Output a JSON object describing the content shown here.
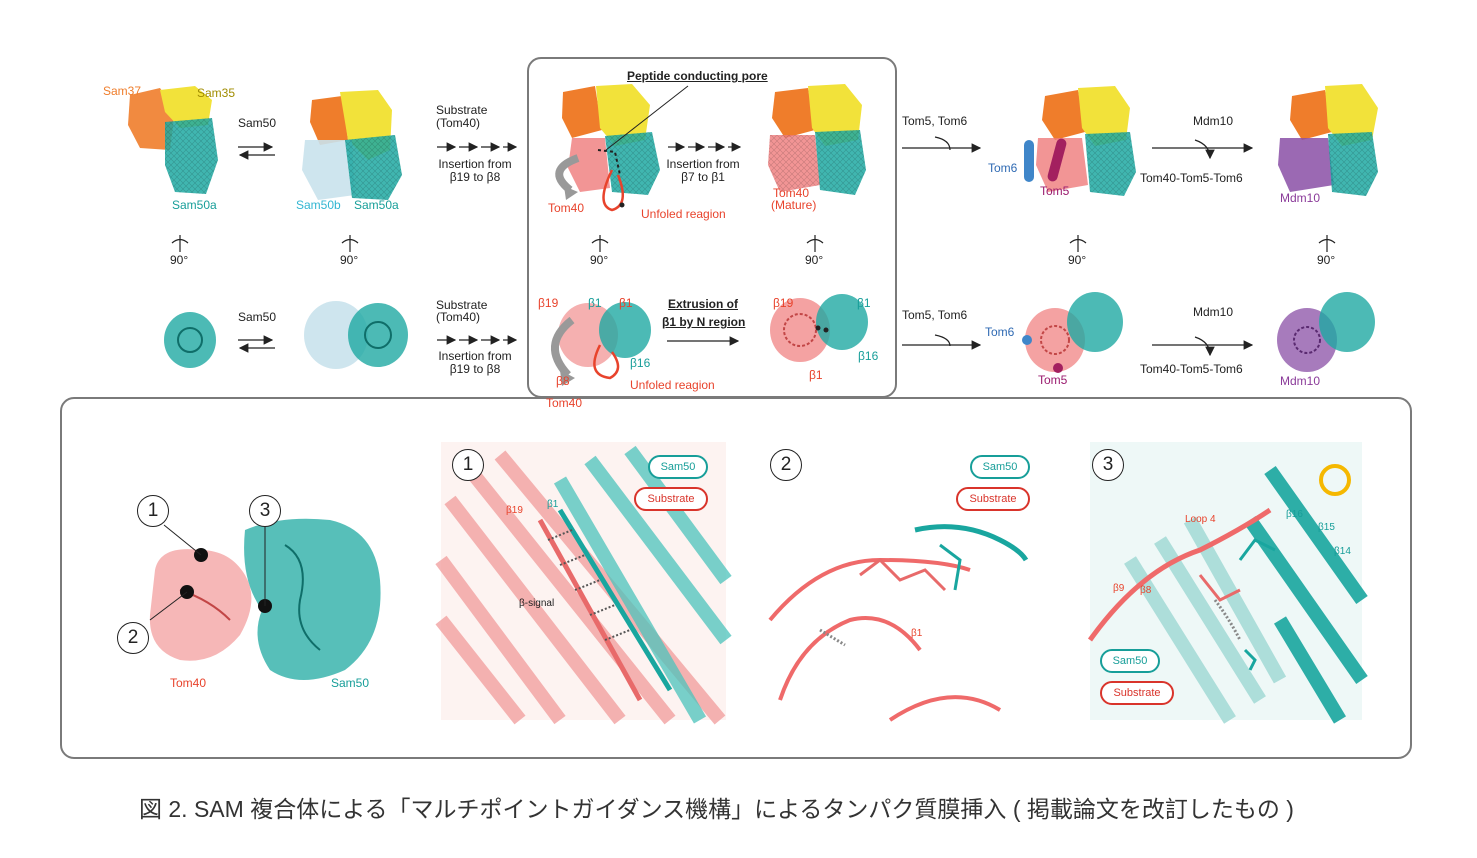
{
  "top_row": {
    "sam37": "Sam37",
    "sam35": "Sam35",
    "sam50_arrow": "Sam50",
    "sam50a_1": "Sam50a",
    "sam50b": "Sam50b",
    "sam50a_2": "Sam50a",
    "substrate": "Substrate",
    "tom40_paren": "(Tom40)",
    "insertion_from": "Insertion from",
    "beta_range_1": "β19 to β8",
    "peptide_pore": "Peptide conducting pore",
    "tom40_1": "Tom40",
    "unfolded_1": "Unfoled reagion",
    "insertion_from_2": "Insertion from",
    "beta_range_2": "β7 to β1",
    "tom40_mature": "Tom40",
    "mature": "(Mature)",
    "tom5_tom6": "Tom5, Tom6",
    "tom6": "Tom6",
    "tom5": "Tom5",
    "mdm10_arrow": "Mdm10",
    "tom40_tom5_tom6": "Tom40-Tom5-Tom6",
    "mdm10": "Mdm10",
    "rotation": "90°"
  },
  "bottom_row": {
    "sam50_arrow": "Sam50",
    "substrate": "Substrate",
    "tom40_paren": "(Tom40)",
    "insertion_from": "Insertion from",
    "beta_range": "β19 to β8",
    "b19": "β19",
    "b1a": "β1",
    "b1b": "β1",
    "b8": "β8",
    "b16": "β16",
    "tom40": "Tom40",
    "unfolded": "Unfoled reagion",
    "extrusion_1": "Extrusion of",
    "extrusion_2": "β1 by N region",
    "m_b19": "β19",
    "m_b1a": "β1",
    "m_b16": "β16",
    "m_b1b": "β1",
    "tom5_tom6": "Tom5, Tom6",
    "tom6": "Tom6",
    "tom5": "Tom5",
    "mdm10_arrow": "Mdm10",
    "tom40_tom5_tom6": "Tom40-Tom5-Tom6",
    "mdm10": "Mdm10"
  },
  "lower_panel": {
    "overview": {
      "n1": "1",
      "n2": "2",
      "n3": "3",
      "tom40": "Tom40",
      "sam50": "Sam50"
    },
    "detail1": {
      "num": "1",
      "sam50": "Sam50",
      "substrate": "Substrate",
      "b19": "β19",
      "b1": "β1",
      "signal": "β-signal"
    },
    "detail2": {
      "num": "2",
      "sam50": "Sam50",
      "substrate": "Substrate",
      "b1": "β1"
    },
    "detail3": {
      "num": "3",
      "sam50": "Sam50",
      "substrate": "Substrate",
      "loop4": "Loop 4",
      "b16": "β16",
      "b15": "β15",
      "b14": "β14",
      "b9": "β9",
      "b8": "β8"
    }
  },
  "caption": "図 2. SAM 複合体による「マルチポイントガイダンス機構」によるタンパク質膜挿入 ( 掲載論文を改訂したもの )",
  "colors": {
    "sam37": "#ef7d2b",
    "sam35": "#f2e23a",
    "sam50a": "#1fa9a2",
    "sam50b": "#c9e2ec",
    "tom40": "#ef7b7b",
    "tom6": "#3f86c9",
    "tom5": "#a3205f",
    "mdm10": "#8a4fa6",
    "frame": "#7a7a7a"
  }
}
